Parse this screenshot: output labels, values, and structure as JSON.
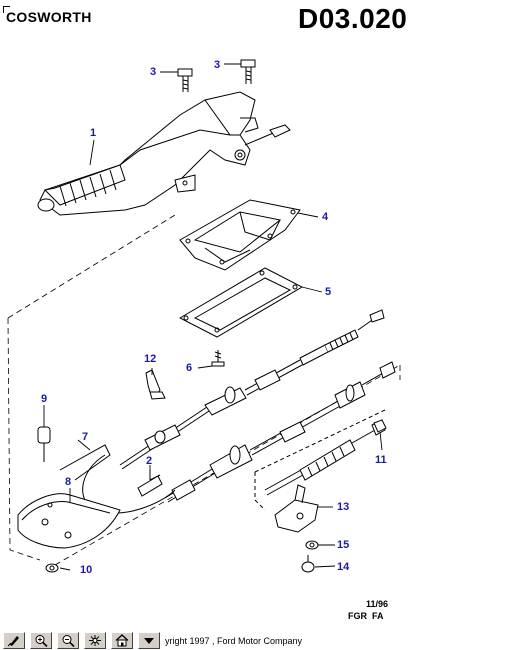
{
  "header": {
    "brand": "COSWORTH",
    "code": "D03.020"
  },
  "callouts": {
    "c1": "1",
    "c2": "2",
    "c3a": "3",
    "c3b": "3",
    "c4": "4",
    "c5": "5",
    "c6": "6",
    "c7": "7",
    "c8": "8",
    "c9": "9",
    "c10": "10",
    "c11": "11",
    "c12": "12",
    "c13": "13",
    "c14": "14",
    "c15": "15"
  },
  "footer": {
    "date": "11/96",
    "codes": "FGR  FA"
  },
  "toolbar": {
    "buttons": [
      "pan-icon",
      "zoom-in-icon",
      "zoom-out-icon",
      "fit-icon",
      "home-icon",
      "dropdown-icon"
    ],
    "copyright": "yright 1997 , Ford Motor Company"
  },
  "colors": {
    "callout": "#1a1aa6",
    "line": "#000000",
    "toolbar_bg": "#d4d0c8"
  }
}
